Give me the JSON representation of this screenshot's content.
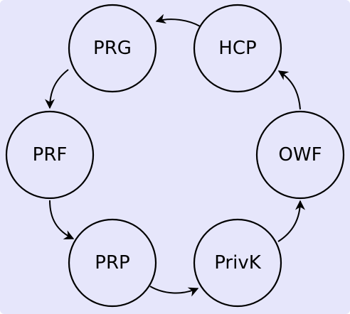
{
  "diagram": {
    "background": "#e6e6fb",
    "nodes": [
      {
        "id": "PRG",
        "label": "PRG"
      },
      {
        "id": "HCP",
        "label": "HCP"
      },
      {
        "id": "PRF",
        "label": "PRF"
      },
      {
        "id": "OWF",
        "label": "OWF"
      },
      {
        "id": "PRP",
        "label": "PRP"
      },
      {
        "id": "PRIVK",
        "label": "PrivK"
      }
    ],
    "edges": [
      {
        "from": "HCP",
        "to": "PRG"
      },
      {
        "from": "PRG",
        "to": "PRF"
      },
      {
        "from": "PRF",
        "to": "PRP"
      },
      {
        "from": "PRP",
        "to": "PRIVK"
      },
      {
        "from": "PRIVK",
        "to": "OWF"
      },
      {
        "from": "OWF",
        "to": "HCP"
      }
    ]
  }
}
